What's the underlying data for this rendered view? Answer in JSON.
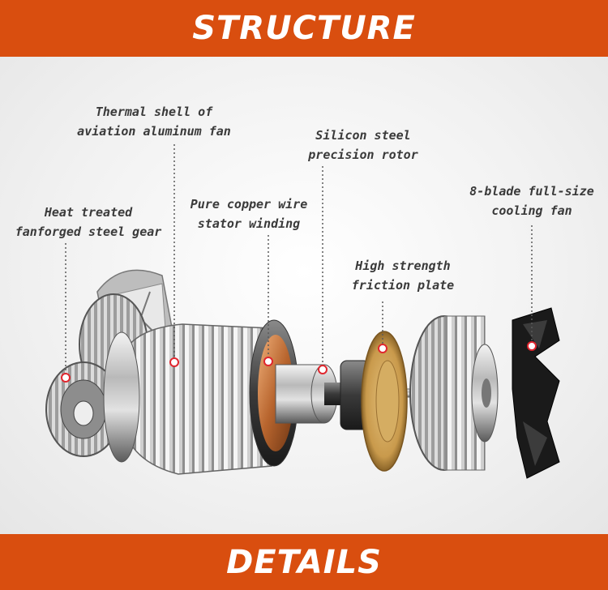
{
  "header": {
    "title": "STRUCTURE"
  },
  "footer": {
    "title": "DETAILS"
  },
  "colors": {
    "banner": "#d94e0f",
    "marker": "#e0262e",
    "label_text": "#3a3a3a"
  },
  "callouts": {
    "thermal_shell": {
      "line1": "Thermal shell of",
      "line2": "aviation aluminum fan"
    },
    "silicon_rotor": {
      "line1": "Silicon steel",
      "line2": "precision rotor"
    },
    "blade_fan": {
      "line1": "8-blade full-size",
      "line2": "cooling fan"
    },
    "steel_gear": {
      "line1": "Heat treated",
      "line2": "fanforged steel gear"
    },
    "copper_winding": {
      "line1": "Pure copper wire",
      "line2": "stator winding"
    },
    "friction_plate": {
      "line1": "High strength",
      "line2": "friction plate"
    }
  }
}
